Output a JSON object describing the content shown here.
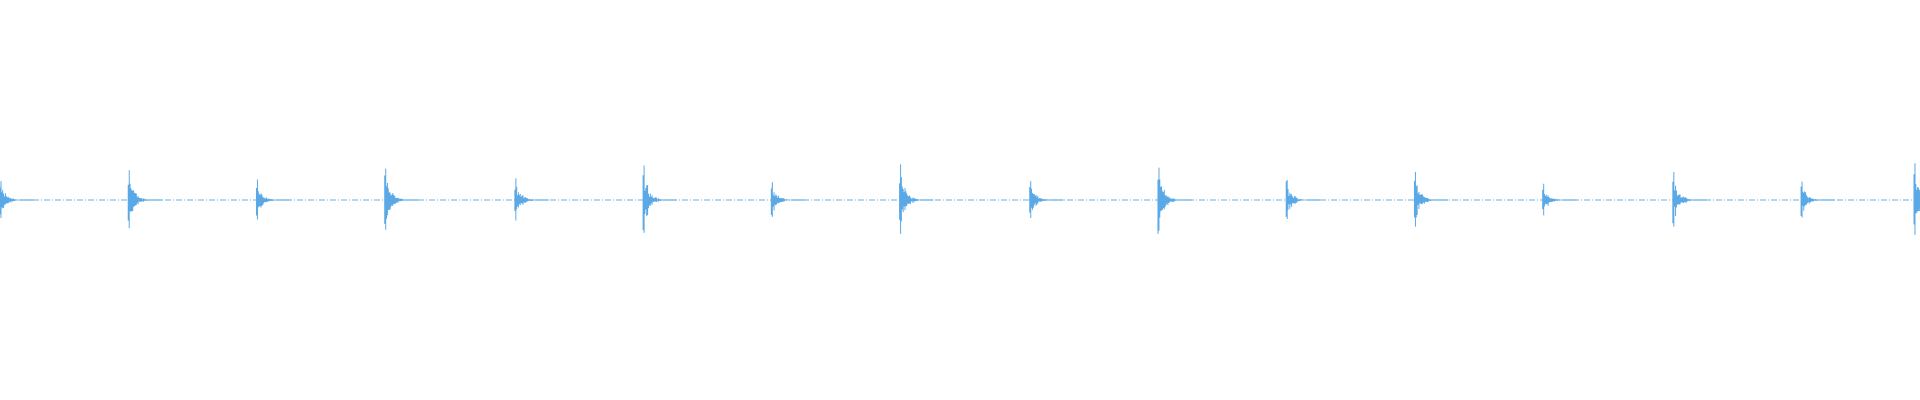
{
  "waveform": {
    "color": "#5aa9e6",
    "background": "#ffffff",
    "burst_count": 16,
    "burst_times_normalized": [
      0.0,
      0.067,
      0.134,
      0.201,
      0.269,
      0.336,
      0.403,
      0.47,
      0.538,
      0.605,
      0.672,
      0.739,
      0.806,
      0.874,
      0.941,
      1.0
    ],
    "burst_amplitudes_normalized": [
      0.35,
      0.55,
      0.38,
      0.58,
      0.4,
      0.64,
      0.33,
      0.66,
      0.35,
      0.6,
      0.37,
      0.52,
      0.3,
      0.52,
      0.34,
      0.68
    ],
    "baseline_level_normalized": 0.0
  }
}
